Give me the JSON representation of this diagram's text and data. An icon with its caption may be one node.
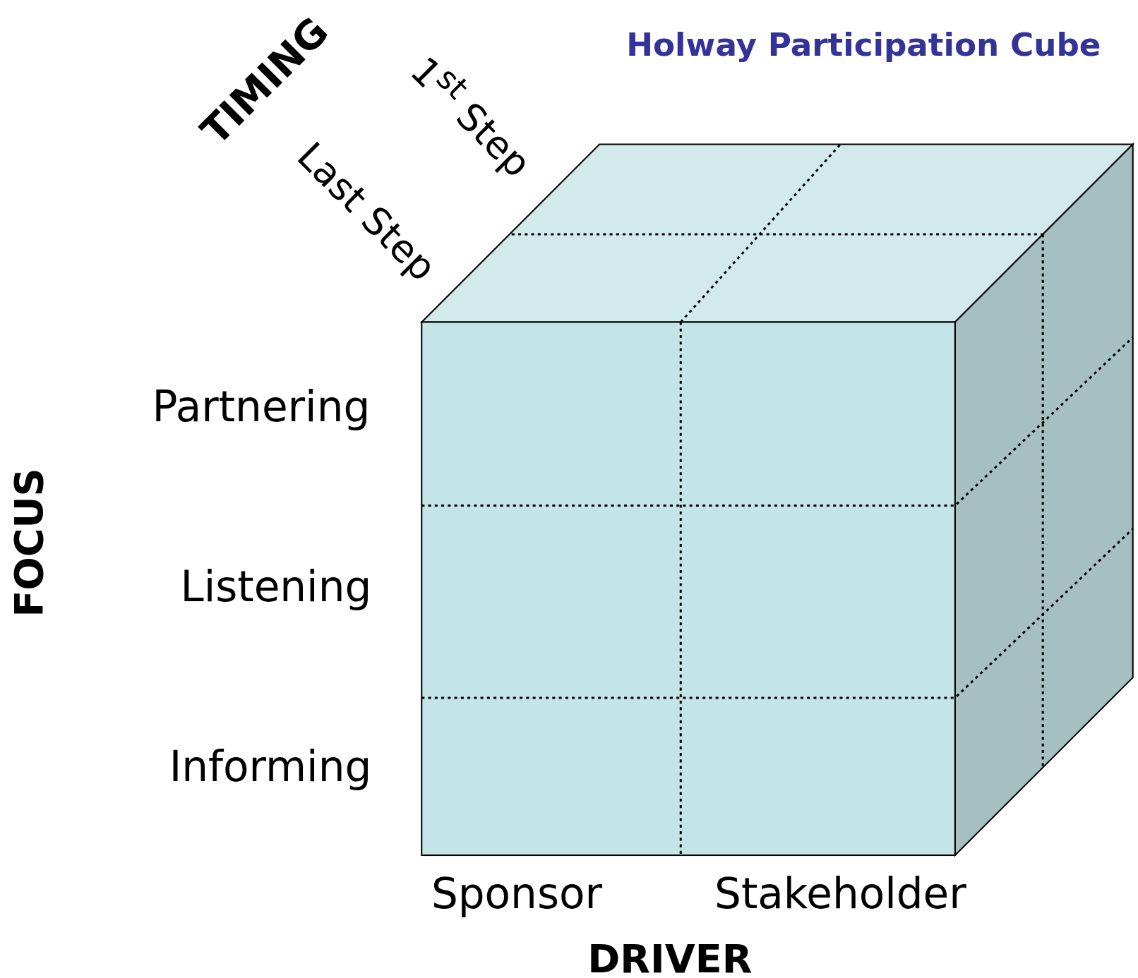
{
  "diagram": {
    "title": "Holway Participation Cube",
    "labels": [
      "TIMING",
      "1$^{st}$ Step",
      "Last Step",
      "Partnering",
      "Listening",
      "Informing",
      "FOCUS",
      "Sponsor",
      "Stakeholder",
      "DRIVER"
    ]
  }
}
